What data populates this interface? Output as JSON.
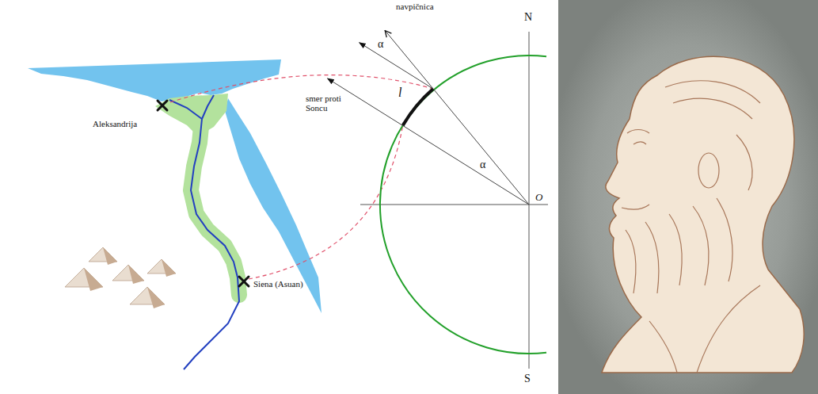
{
  "diagram": {
    "labels": [
      "Aleksandrija",
      "Siena (Asuan)",
      "navpičnica",
      "smer proti Soncu",
      "α",
      "α",
      "l",
      "N",
      "O",
      "S"
    ]
  }
}
